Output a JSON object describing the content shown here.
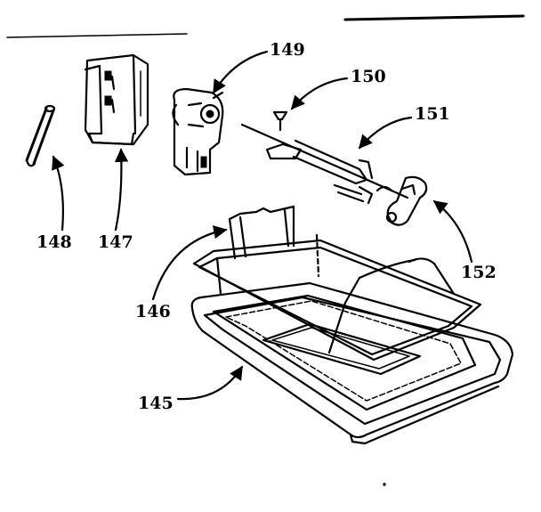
{
  "callouts": {
    "c145": "145",
    "c146": "146",
    "c147": "147",
    "c148": "148",
    "c149": "149",
    "c150": "150",
    "c151": "151",
    "c152": "152"
  },
  "parts": {
    "p145": "drip-pan",
    "p146": "broil-grid-rack",
    "p147": "motor-bracket",
    "p148": "handle",
    "p149": "rotisserie-motor",
    "p150": "screw",
    "p151": "spit-fork",
    "p152": "spit-knob"
  }
}
